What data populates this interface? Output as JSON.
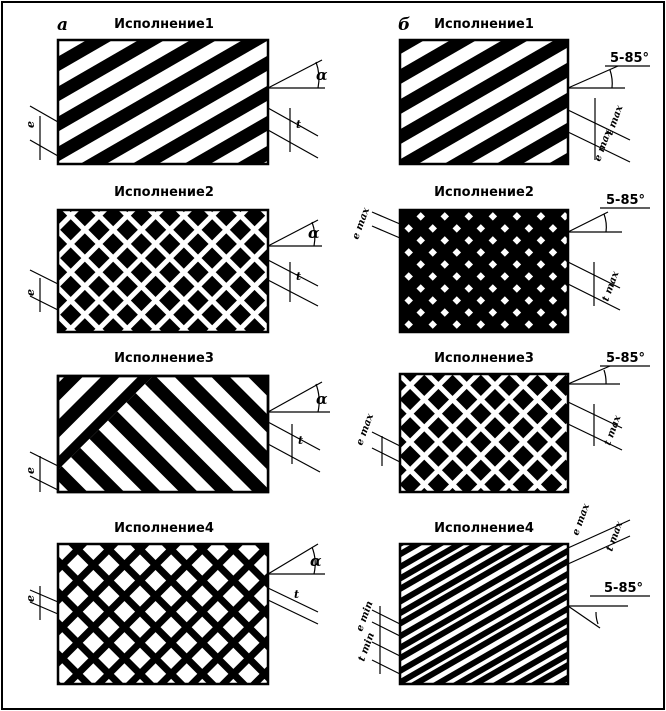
{
  "labels": {
    "col_a": "а",
    "col_b": "б",
    "alpha": "α",
    "e": "e",
    "t": "t",
    "angle_range": "5-85°",
    "e_max": "e max",
    "t_max": "t max",
    "e_min": "e min",
    "t_min": "t min"
  },
  "column_a": {
    "panels": [
      {
        "title": "Исполнение1"
      },
      {
        "title": "Исполнение2"
      },
      {
        "title": "Исполнение3"
      },
      {
        "title": "Исполнение4"
      }
    ]
  },
  "column_b": {
    "panels": [
      {
        "title": "Исполнение1"
      },
      {
        "title": "Исполнение2"
      },
      {
        "title": "Исполнение3"
      },
      {
        "title": "Исполнение4"
      }
    ]
  }
}
